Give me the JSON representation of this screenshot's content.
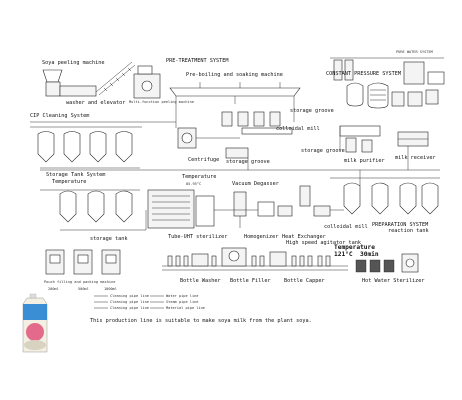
{
  "labels": {
    "soya_peeling": "Soya peeling machine",
    "washer_elevator": "washer and elevator",
    "multifunction_peeling": "Multi-function peeling machine",
    "pretreatment": "PRE-TREATMENT SYSTEM",
    "preboiling": "Pre-boiling and soaking machine",
    "pure_water": "PURE WATER SYSTEM",
    "constant_pressure": "CONSTANT PRESSURE SYSTEM",
    "cip": "CIP Cleaning System",
    "storage_groove_1": "storage groove",
    "colloidal_mill_1": "colloidal mill",
    "centrifuge": "Centrifuge",
    "storage_groove_2": "storage groove",
    "storage_groove_3": "storage groove",
    "milk_purifier": "milk purifier",
    "milk_receiver": "milk receiver",
    "storage_tank_system": "Storage Tank System",
    "temperature_1": "Temperature",
    "temperature_2": "Temperature",
    "temp_2_value": "85-95°C",
    "vacuum_degasser": "Vacuum Degasser",
    "colloidal_mill_2": "colloidal mill",
    "preparation_system": "PREPARATION SYSTEM",
    "reaction_tank": "reaction tank",
    "storage_tank": "storage tank",
    "tube_uht": "Tube-UHT sterilizer",
    "homogenizer": "Homogenizer",
    "heat_exchanger": "Heat Exchanger",
    "high_speed_agitator": "High speed agitator tank",
    "temperature_3": "Temperature",
    "temp_3_value": "121°C",
    "time_3_value": "30min",
    "pouch_filling": "Pouch filling and packing machine",
    "vol_200": "200ml",
    "vol_500": "500ml",
    "vol_1000": "1000ml",
    "bottle_washer": "Bottle Washer",
    "bottle_filler": "Bottle Filler",
    "bottle_capper": "Bottle Capper",
    "hot_water_sterilizer": "Hot Water Sterilizer",
    "caption": "This production line is suitable to make soya milk from the plant soya."
  },
  "legend": [
    "Cleaning pipe line",
    "Cleaning pipe line",
    "Cleaning pipe line",
    "Water pipe line",
    "Steam pipe line",
    "Material pipe line"
  ],
  "colors": {
    "line": "#333333",
    "equipment": "#f4f4f4",
    "carton_blue": "#3a8fd4",
    "carton_pink": "#e46a8b",
    "carton_cream": "#f3efe2"
  }
}
